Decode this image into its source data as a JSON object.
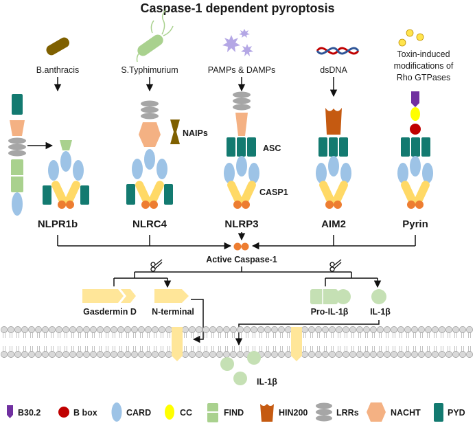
{
  "title": "Caspase-1 dependent pyroptosis",
  "stimuli": {
    "nlrp1b": "B.anthracis",
    "nlrc4": "S.Typhimurium",
    "nlrp3": "PAMPs & DAMPs",
    "aim2": "dsDNA",
    "pyrin_line1": "Toxin-induced",
    "pyrin_line2": "modifications of",
    "pyrin_line3": "Rho GTPases"
  },
  "annotations": {
    "naips": "NAIPs",
    "asc": "ASC",
    "casp1": "CASP1"
  },
  "inflammasomes": {
    "nlrp1b": "NLPR1b",
    "nlrc4": "NLRC4",
    "nlrp3": "NLRP3",
    "aim2": "AIM2",
    "pyrin": "Pyrin"
  },
  "active_caspase": "Active Caspase-1",
  "products": {
    "gasdermin": "Gasdermin D",
    "n_terminal": "N-terminal",
    "pro_il1b": "Pro-IL-1β",
    "il1b": "IL-1β",
    "il1b_released": "IL-1β"
  },
  "legend": [
    {
      "icon": "b302",
      "label": "B30.2",
      "color": "#7030a0"
    },
    {
      "icon": "bbox",
      "label": "B box",
      "color": "#c00000"
    },
    {
      "icon": "card",
      "label": "CARD",
      "color": "#9dc3e6"
    },
    {
      "icon": "cc",
      "label": "CC",
      "color": "#ffff00"
    },
    {
      "icon": "find",
      "label": "FIND",
      "color": "#a9d18e"
    },
    {
      "icon": "hin200",
      "label": "HIN200",
      "color": "#c55a11"
    },
    {
      "icon": "lrr",
      "label": "LRRs",
      "color": "#a6a6a6"
    },
    {
      "icon": "nacht",
      "label": "NACHT",
      "color": "#f4b183"
    },
    {
      "icon": "pyd",
      "label": "PYD",
      "color": "#137a70"
    }
  ],
  "colors": {
    "pyd": "#137a70",
    "card": "#9dc3e6",
    "lrr": "#a6a6a6",
    "nacht": "#f4b183",
    "find": "#a9d18e",
    "casp_body": "#ffd966",
    "casp_dot": "#ed7d31",
    "hin200": "#c55a11",
    "bbox": "#c00000",
    "cc": "#ffff00",
    "b302": "#7030a0",
    "gasdermin": "#ffe699",
    "il1b": "#c5e0b4",
    "membrane_head": "#d9d9d9",
    "anthrax": "#7f6000",
    "salmonella": "#a9d18e",
    "pamp": "#b4a7e5",
    "toxin": "#ffe44d"
  }
}
